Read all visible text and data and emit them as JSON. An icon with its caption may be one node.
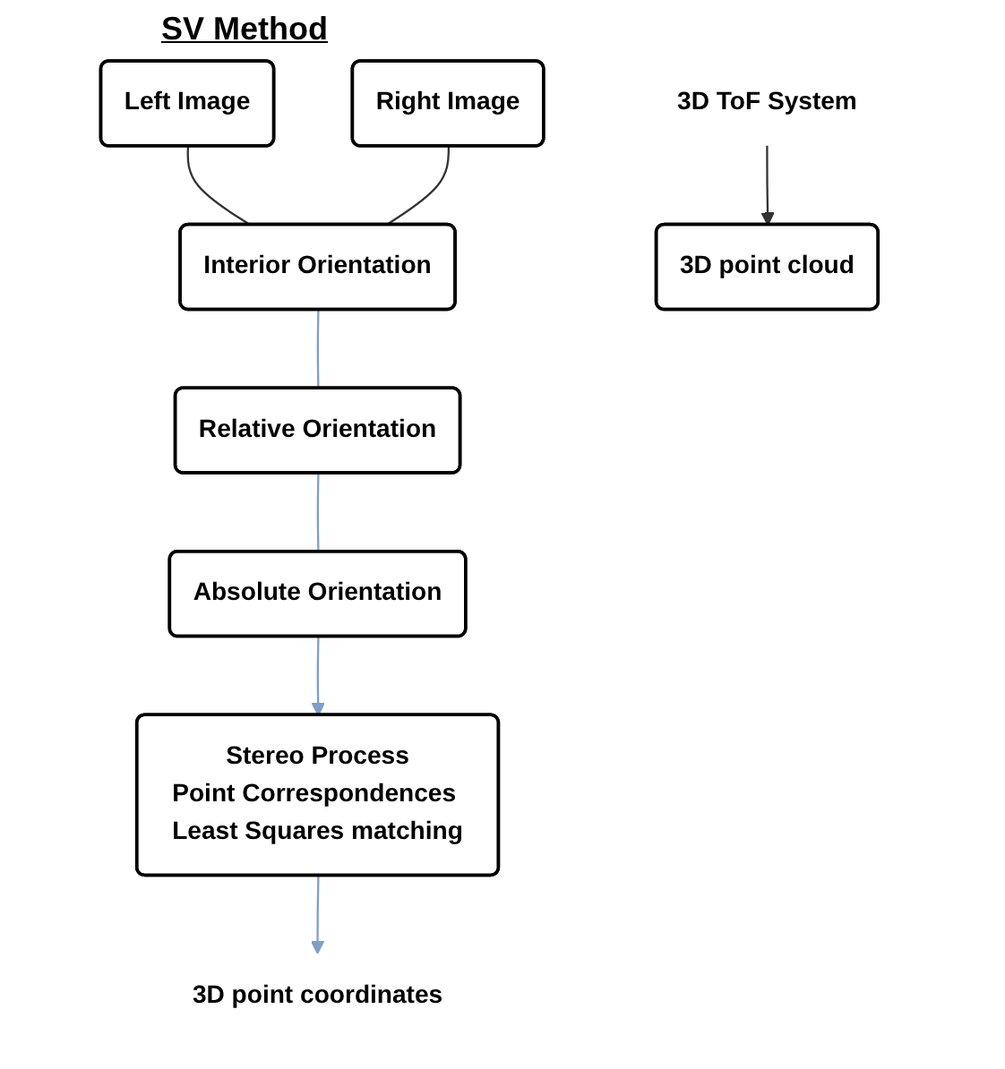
{
  "diagram": {
    "nodes": [
      {
        "text": [
          "Left Image"
        ]
      },
      {
        "text": [
          "Right Image"
        ]
      },
      {
        "text": [
          "Interior Orientation"
        ]
      },
      {
        "text": [
          "Relative Orientation"
        ]
      },
      {
        "text": [
          "Absolute Orientation"
        ]
      },
      {
        "text": [
          "Stereo Process",
          "Point Correspondences Least Squares matching"
        ]
      },
      {
        "text": [
          "3D point coordinates"
        ]
      },
      {
        "text": [
          "3D ToF System"
        ]
      },
      {
        "text": [
          "3D point cloud"
        ]
      }
    ],
    "edges": [
      {
        "from": 0,
        "to": 2,
        "arrow": "none",
        "color": "#333333"
      },
      {
        "from": 1,
        "to": 2,
        "arrow": "none",
        "color": "#333333"
      },
      {
        "from": 2,
        "to": 3,
        "arrow": "none",
        "color": "#7f9fc6"
      },
      {
        "from": 3,
        "to": 4,
        "arrow": "none",
        "color": "#7f9fc6"
      },
      {
        "from": 4,
        "to": 5,
        "arrow": "to",
        "color": "#7f9fc6"
      },
      {
        "from": 5,
        "to": 6,
        "arrow": "to",
        "color": "#7f9fc6"
      },
      {
        "from": 7,
        "to": 8,
        "arrow": "to",
        "color": "#333333"
      }
    ],
    "labels": [
      "SV Method"
    ]
  }
}
